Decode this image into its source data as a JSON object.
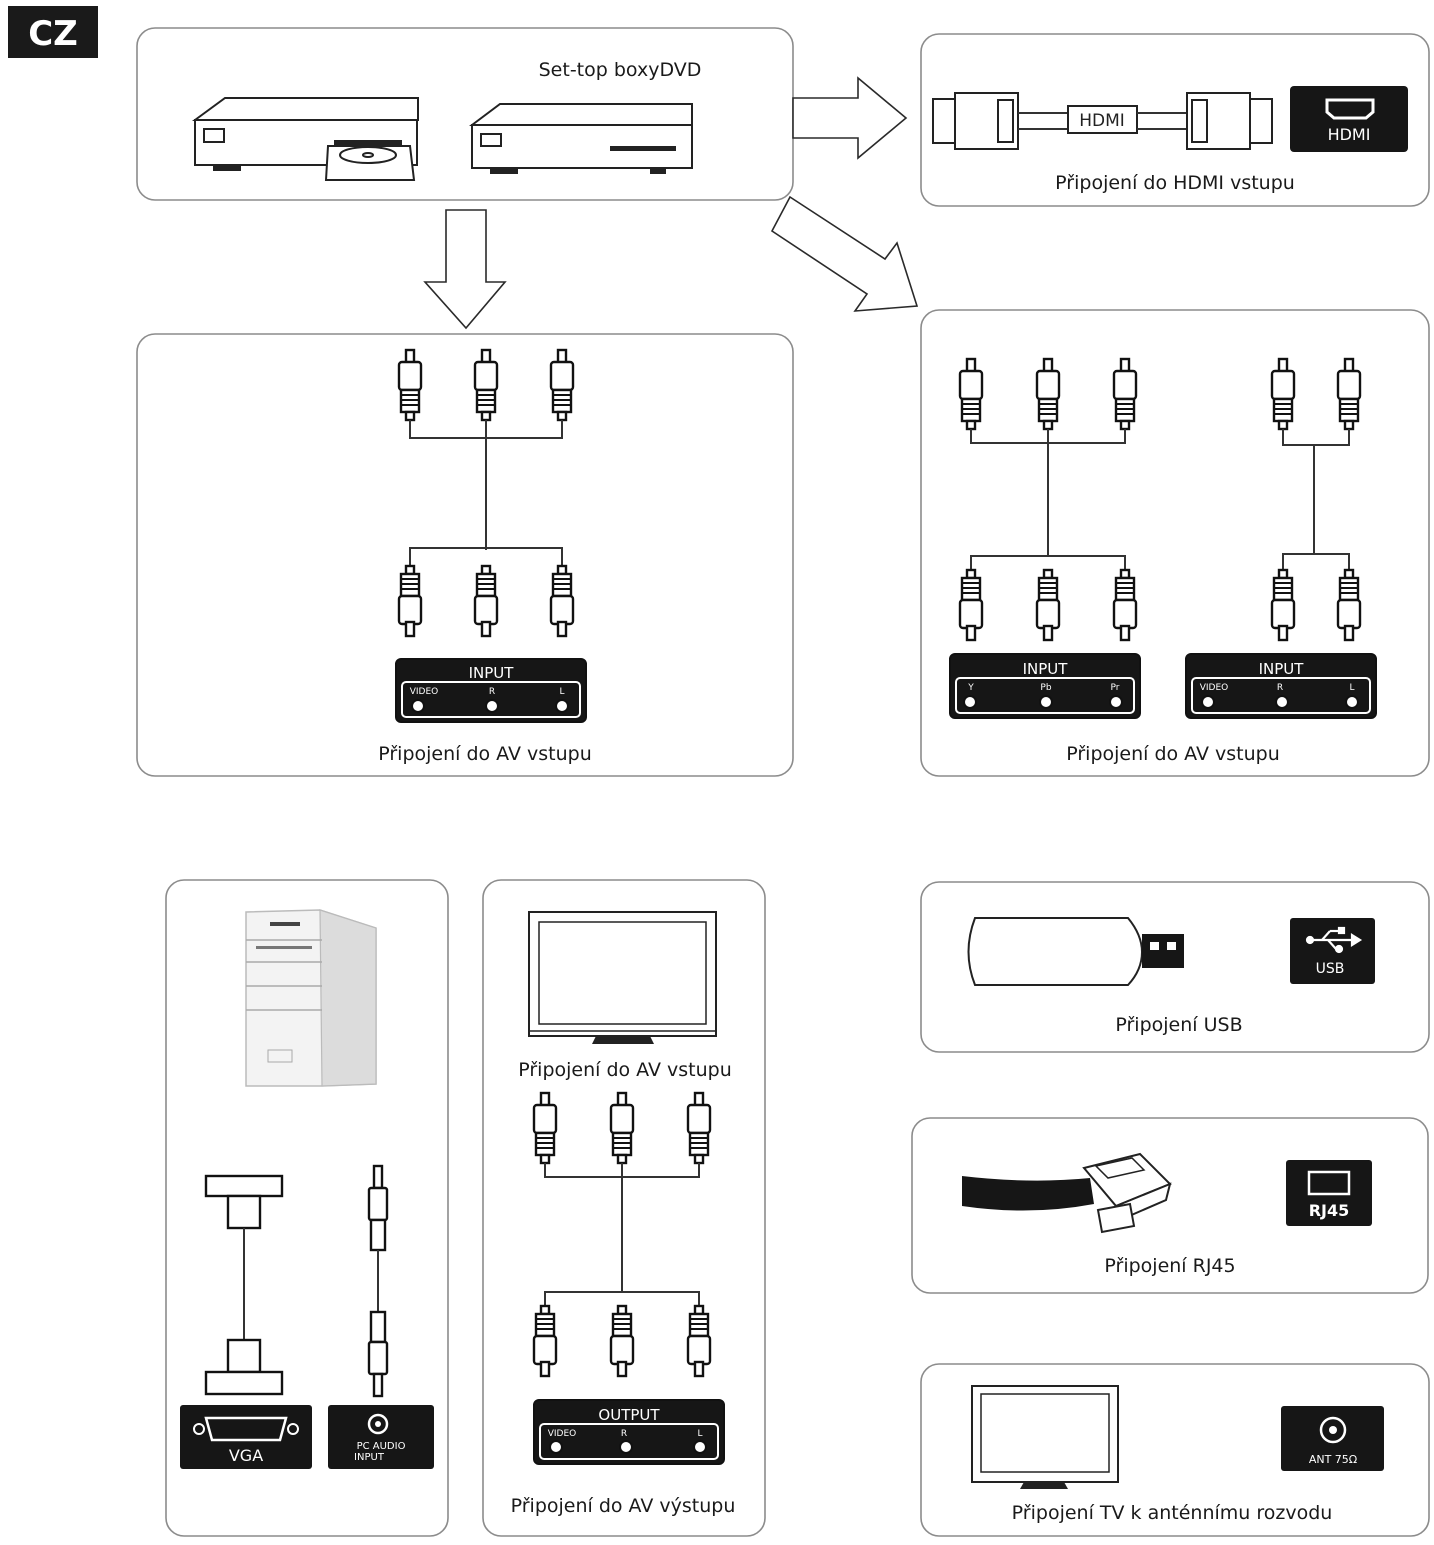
{
  "language_badge": "CZ",
  "sources": {
    "title": "Set-top boxyDVD"
  },
  "hdmi": {
    "cable_label": "HDMI",
    "port_label": "HDMI",
    "caption": "Připojení do HDMI vstupu"
  },
  "av_left": {
    "panel_title": "INPUT",
    "jacks": [
      "VIDEO",
      "R",
      "L"
    ],
    "caption": "Připojení do AV vstupu"
  },
  "av_right": {
    "panel_a": {
      "title": "INPUT",
      "jacks": [
        "Y",
        "Pb",
        "Pr"
      ]
    },
    "panel_b": {
      "title": "INPUT",
      "jacks": [
        "VIDEO",
        "R",
        "L"
      ]
    },
    "caption": "Připojení do AV vstupu"
  },
  "pc": {
    "vga_label": "VGA",
    "audio_label_1": "PC AUDIO",
    "audio_label_2": "INPUT"
  },
  "av_out": {
    "top_caption": "Připojení do AV vstupu",
    "panel_title": "OUTPUT",
    "jacks": [
      "VIDEO",
      "R",
      "L"
    ],
    "caption": "Připojení do AV výstupu"
  },
  "usb": {
    "port_label": "USB",
    "caption": "Připojení USB"
  },
  "rj45": {
    "port_label": "RJ45",
    "caption": "Připojení RJ45"
  },
  "antenna": {
    "port_label": "ANT 75Ω",
    "caption": "Připojení TV k anténnímu rozvodu"
  }
}
